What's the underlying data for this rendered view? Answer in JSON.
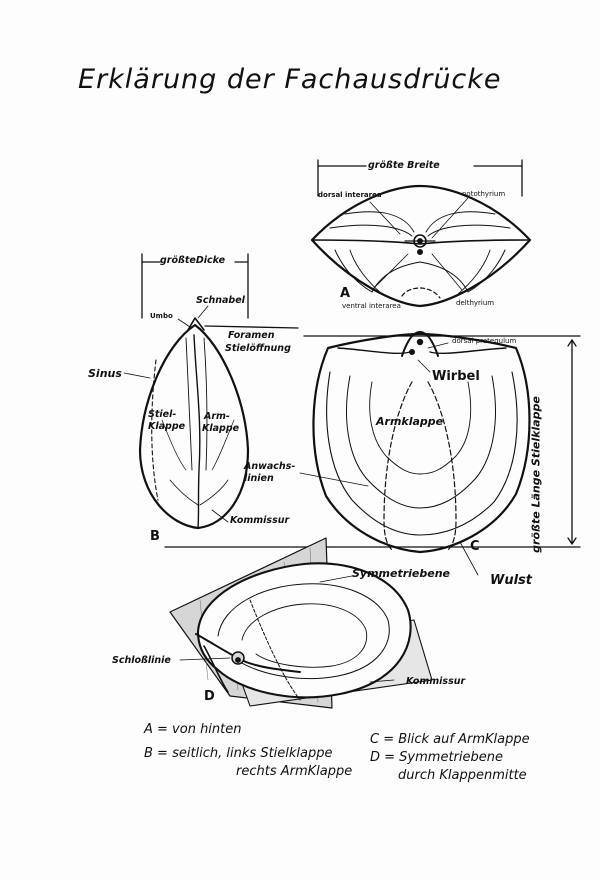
{
  "title": "Erklärung der Fachausdrücke",
  "view_a": {
    "letter": "A",
    "width_label": "größte Breite",
    "dorsal_interarea": "dorsal interarea",
    "notothyrium": "notothyrium",
    "ventral_interarea": "ventral interarea",
    "delthyrium": "delthyrium"
  },
  "view_b": {
    "letter": "B",
    "thickness_label": "größteDicke",
    "schnabel": "Schnabel",
    "umbo": "Umbo",
    "foramen": "Foramen",
    "stieloffnung": "Stielöffnung",
    "sinus": "Sinus",
    "stielklappe_1": "Stiel-",
    "stielklappe_2": "Klappe",
    "armklappe_1": "Arm-",
    "armklappe_2": "Klappe",
    "kommissur": "Kommissur"
  },
  "view_c": {
    "letter": "C",
    "dorsal_protegulum": "dorsal protegulum",
    "wirbel": "Wirbel",
    "armklappe": "Armklappe",
    "anwachslinien_1": "Anwachs-",
    "anwachslinien_2": "linien",
    "wulst": "Wulst",
    "length_label": "größte Länge Stielklappe"
  },
  "view_d": {
    "letter": "D",
    "symmetriebene": "Symmetriebene",
    "schlosslinie": "Schloßlinie",
    "kommissur": "Kommissur"
  },
  "legend": {
    "a": "A = von hinten",
    "b_1": "B = seitlich, links Stielklappe",
    "b_2": "rechts ArmKlappe",
    "c": "C = Blick auf ArmKlappe",
    "d_1": "D = Symmetriebene",
    "d_2": "durch Klappenmitte"
  }
}
